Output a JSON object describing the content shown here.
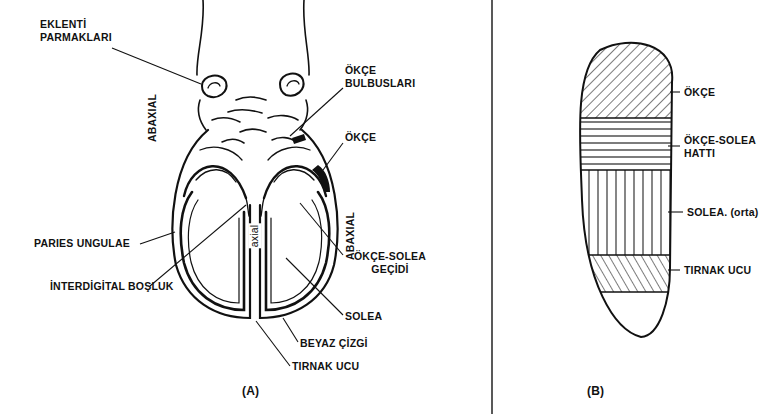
{
  "diagram": {
    "labels": [
      "EKLENTİ PARMAKLARI",
      "ÖKÇE BULBUSLARI",
      "ÖKÇE",
      "ABAXIAL",
      "ABAXIAL",
      "axial",
      "PARIES UNGULAE",
      "ÖKÇE-SOLEA GEÇİDİ",
      "İNTERDİGİTAL BOŞLUK",
      "SOLEA",
      "BEYAZ ÇİZGİ",
      "TIRNAK UCU",
      "(A)",
      "ÖKÇE",
      "ÖKÇE-SOLEA HATTI",
      "SOLEA. (orta)",
      "TIRNAK UCU",
      "(B)"
    ]
  }
}
